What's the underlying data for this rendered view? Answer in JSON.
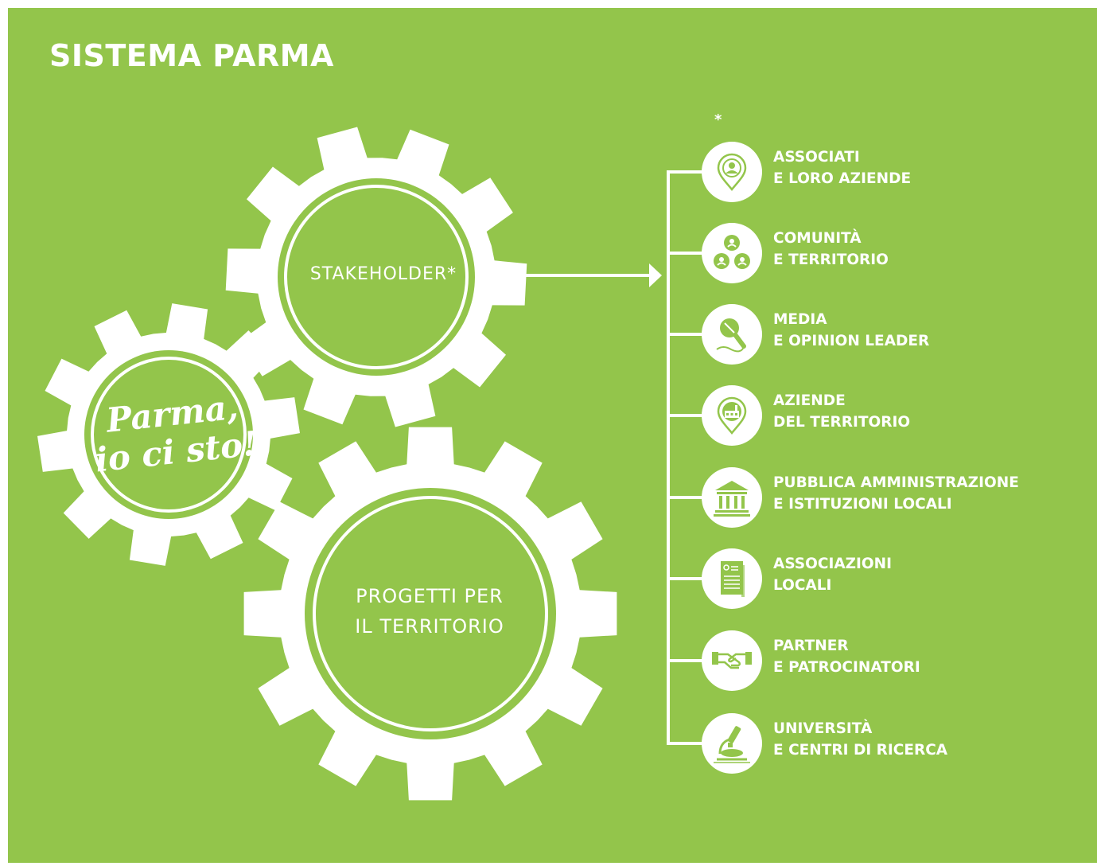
{
  "title": "SISTEMA PARMA",
  "gears": {
    "stakeholder": "STAKEHOLDER*",
    "projects": [
      "PROGETTI PER",
      "IL TERRITORIO"
    ],
    "slogan": [
      "Parma,",
      "io ci sto!"
    ]
  },
  "asterisk": "*",
  "colors": {
    "background": "#93c54b",
    "foreground": "#ffffff"
  },
  "stakeholders": [
    {
      "icon": "person-pin-icon",
      "lines": [
        "ASSOCIATI",
        "E LORO AZIENDE"
      ]
    },
    {
      "icon": "community-icon",
      "lines": [
        "COMUNITÀ",
        "E TERRITORIO"
      ]
    },
    {
      "icon": "microphone-icon",
      "lines": [
        "MEDIA",
        "E OPINION LEADER"
      ]
    },
    {
      "icon": "factory-pin-icon",
      "lines": [
        "AZIENDE",
        "DEL TERRITORIO"
      ]
    },
    {
      "icon": "institution-icon",
      "lines": [
        "PUBBLICA AMMINISTRAZIONE",
        "E ISTITUZIONI LOCALI"
      ]
    },
    {
      "icon": "document-icon",
      "lines": [
        "ASSOCIAZIONI",
        "LOCALI"
      ]
    },
    {
      "icon": "handshake-icon",
      "lines": [
        "PARTNER",
        "E PATROCINATORI"
      ]
    },
    {
      "icon": "microscope-icon",
      "lines": [
        "UNIVERSITÀ",
        "E CENTRI DI RICERCA"
      ]
    }
  ]
}
